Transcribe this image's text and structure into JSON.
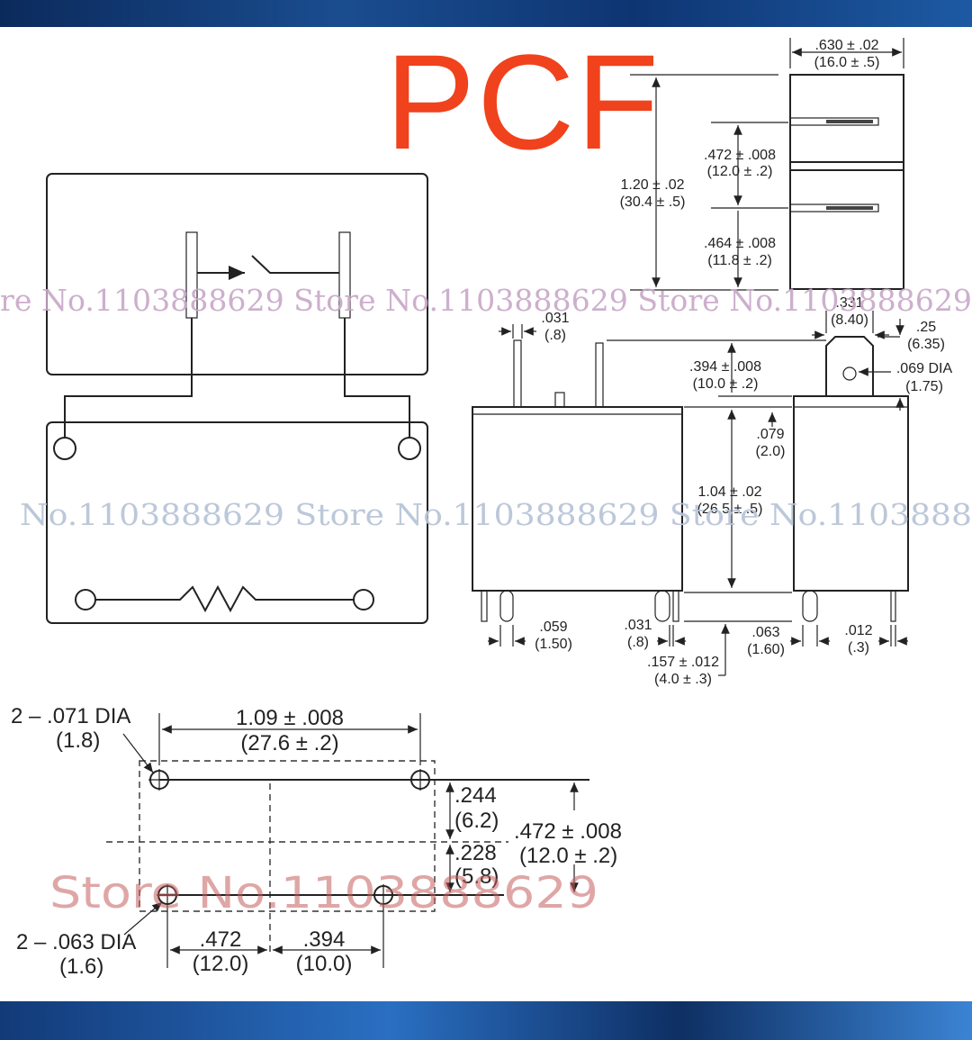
{
  "title": "PCF",
  "watermark": {
    "line1": "re No.1103888629 Store No.1103888629 Store No.1103888629",
    "line2": "No.1103888629 Store No.1103888629 Store No.1103888",
    "line3": "Store No.1103888629"
  },
  "top_view": {
    "width": ".630 ± .02",
    "width_mm": "(16.0 ± .5)",
    "pin_pitch": ".472 ± .008",
    "pin_pitch_mm": "(12.0 ± .2)",
    "height": "1.20 ± .02",
    "height_mm": "(30.4 ± .5)",
    "lower_offset": ".464 ± .008",
    "lower_offset_mm": "(11.8 ± .2)"
  },
  "side_view": {
    "pin_width": ".031",
    "pin_width_mm": "(.8)",
    "tab_width": ".331",
    "tab_width_mm": "(8.40)",
    "tab_height": ".25",
    "tab_height_mm": "(6.35)",
    "tab_offset": ".394 ± .008",
    "tab_offset_mm": "(10.0 ± .2)",
    "hole_dia": ".069 DIA",
    "hole_dia_mm": "(1.75)",
    "cover_lip": ".079",
    "cover_lip_mm": "(2.0)",
    "body_height": "1.04 ± .02",
    "body_height_mm": "(26.5 ± .5)",
    "pin_a": ".059",
    "pin_a_mm": "(1.50)",
    "pin_b": ".031",
    "pin_b_mm": "(.8)",
    "pin_len": ".157 ± .012",
    "pin_len_mm": "(4.0 ± .3)",
    "pin_c": ".063",
    "pin_c_mm": "(1.60)",
    "pin_d": ".012",
    "pin_d_mm": "(.3)"
  },
  "footprint": {
    "holes_top": "2 – .071 DIA",
    "holes_top_mm": "(1.8)",
    "span": "1.09 ± .008",
    "span_mm": "(27.6 ± .2)",
    "upper": ".244",
    "upper_mm": "(6.2)",
    "lower": ".228",
    "lower_mm": "(5.8)",
    "total": ".472 ± .008",
    "total_mm": "(12.0 ± .2)",
    "holes_bottom": "2 – .063 DIA",
    "holes_bottom_mm": "(1.6)",
    "bottom_left": ".472",
    "bottom_left_mm": "(12.0)",
    "bottom_right": ".394",
    "bottom_right_mm": "(10.0)"
  }
}
